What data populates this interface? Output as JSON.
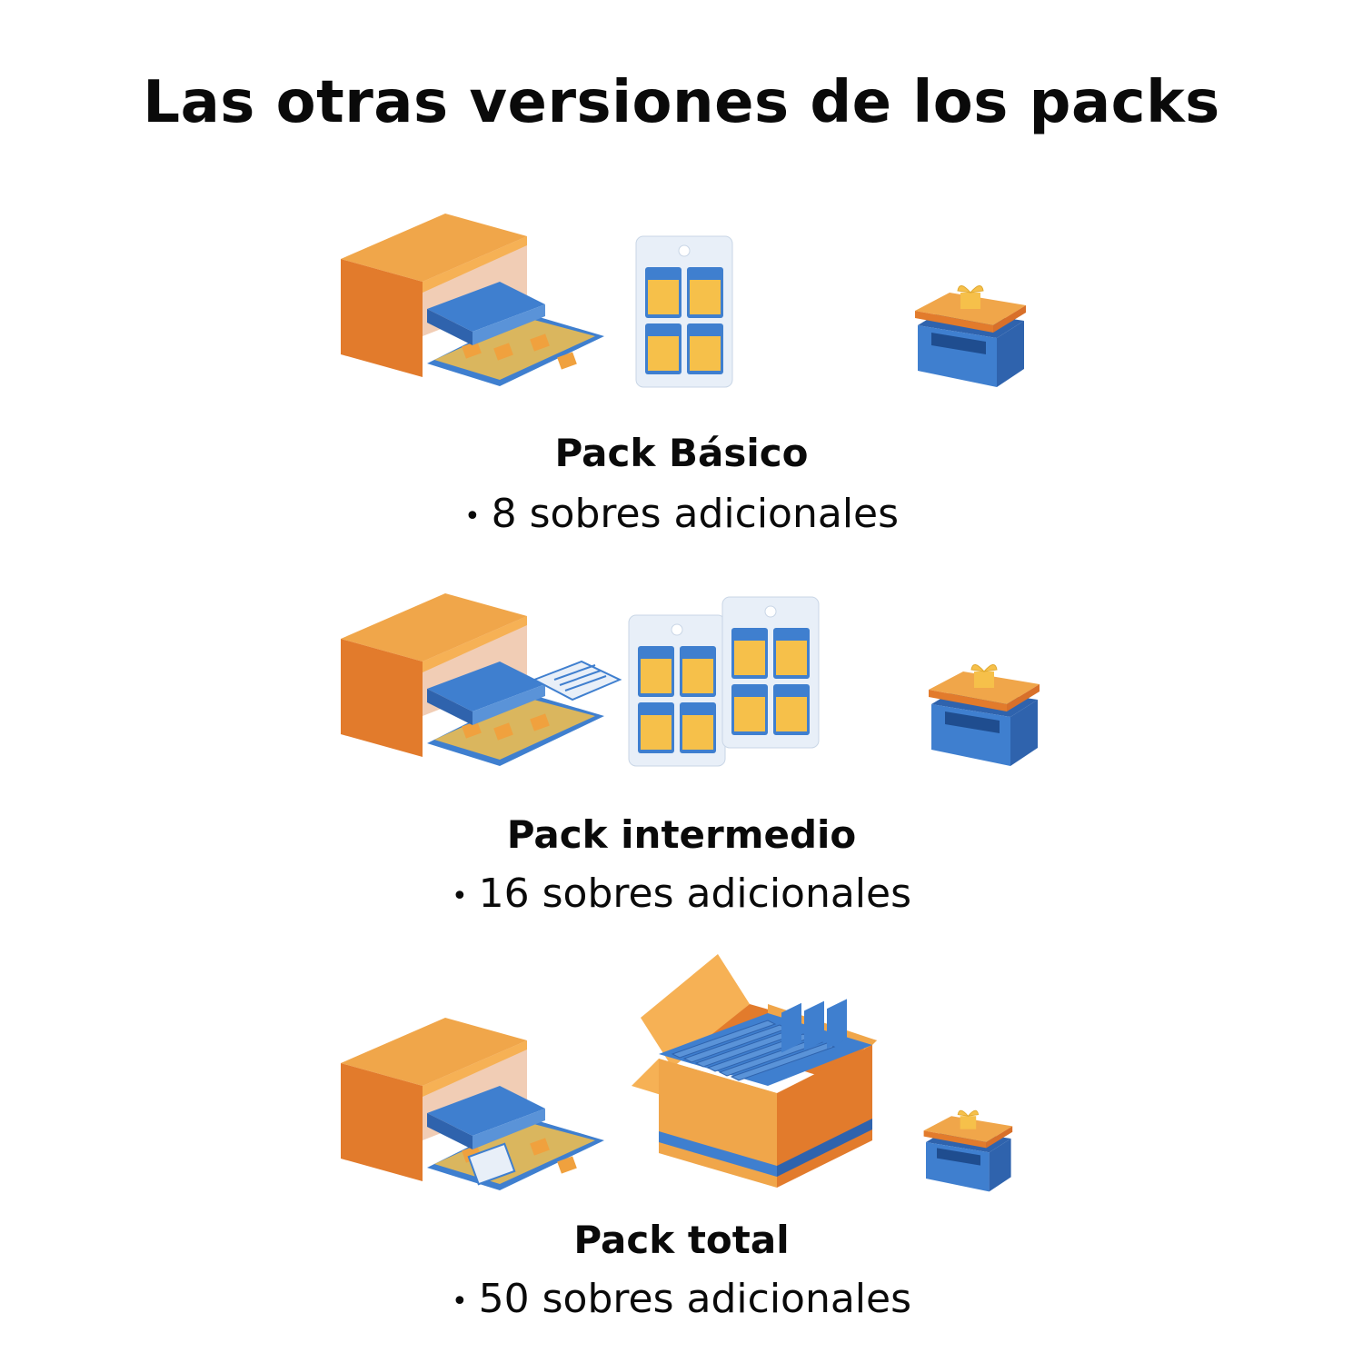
{
  "title": "Las otras versiones de los packs",
  "colors": {
    "orange": "#f0a13e",
    "orange_dark": "#e27b2c",
    "blue": "#3f7fcf",
    "blue_dark": "#2f63ad",
    "sticker_yellow": "#f6c04a",
    "blister": "#e8eff8"
  },
  "packs": [
    {
      "name": "Pack Básico",
      "bullet": "•",
      "description": "8 sobres adicionales",
      "items": [
        "album-box-icon",
        "blister-4-sobres-icon",
        "gift-box-icon"
      ]
    },
    {
      "name": "Pack intermedio",
      "bullet": "•",
      "description": "16 sobres adicionales",
      "items": [
        "album-box-icon",
        "blister-4-sobres-icon",
        "blister-4-sobres-icon",
        "gift-box-icon"
      ]
    },
    {
      "name": "Pack total",
      "bullet": "•",
      "description": "50 sobres adicionales",
      "items": [
        "album-box-icon",
        "open-carton-box-icon",
        "gift-box-icon"
      ]
    }
  ]
}
